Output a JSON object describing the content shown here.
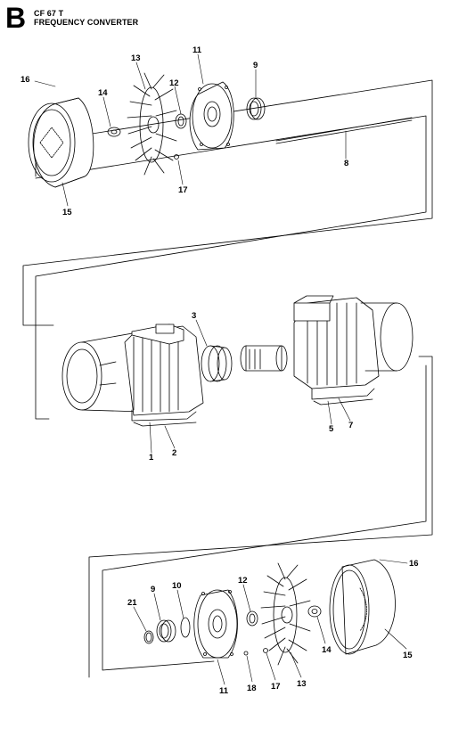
{
  "header": {
    "section_letter": "B",
    "model": "CF 67 T",
    "title": "FREQUENCY CONVERTER"
  },
  "part_labels": {
    "top": [
      "16",
      "14",
      "13",
      "12",
      "11",
      "9",
      "8",
      "17",
      "15"
    ],
    "middle": [
      "3",
      "1",
      "2",
      "5",
      "7"
    ],
    "bottom": [
      "21",
      "9",
      "10",
      "12",
      "16",
      "11",
      "18",
      "17",
      "13",
      "14",
      "15"
    ]
  }
}
